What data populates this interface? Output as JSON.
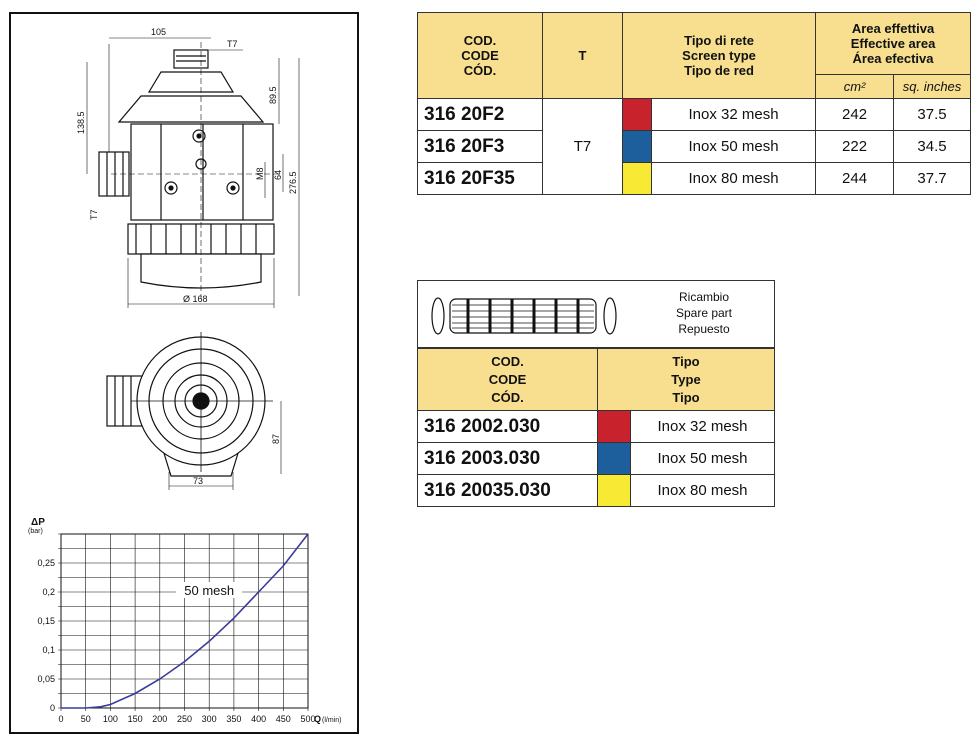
{
  "drawing": {
    "dim_width_top": "105",
    "dim_thread_top": "T7",
    "dim_left_height": "138.5",
    "dim_right_upper": "89.5",
    "dim_total_height": "276.5",
    "dim_m8": "M8",
    "dim_64": "64",
    "dim_thread_side": "T7",
    "dim_diameter": "Ø 168",
    "dim_top_87": "87",
    "dim_top_73": "73"
  },
  "chart_data": {
    "type": "line",
    "title": "",
    "ylabel_symbol": "ΔP",
    "ylabel_unit": "(bar)",
    "xlabel": "Q",
    "xlabel_unit": "(l/min)",
    "xlim": [
      0,
      500
    ],
    "ylim": [
      0,
      0.3
    ],
    "x_ticks": [
      "0",
      "50",
      "100",
      "150",
      "200",
      "250",
      "300",
      "350",
      "400",
      "450",
      "500"
    ],
    "y_ticks": [
      "0",
      "0,05",
      "0,1",
      "0,15",
      "0,2",
      "0,25"
    ],
    "grid": true,
    "series": [
      {
        "name": "50 mesh",
        "color": "#3b3b9a",
        "points": [
          [
            0,
            0
          ],
          [
            50,
            0
          ],
          [
            80,
            0.002
          ],
          [
            100,
            0.006
          ],
          [
            150,
            0.025
          ],
          [
            200,
            0.05
          ],
          [
            250,
            0.08
          ],
          [
            300,
            0.115
          ],
          [
            350,
            0.155
          ],
          [
            400,
            0.2
          ],
          [
            450,
            0.245
          ],
          [
            500,
            0.3
          ]
        ]
      }
    ],
    "annotation": "50 mesh"
  },
  "table1": {
    "headers": {
      "code": [
        "COD.",
        "CODE",
        "CÓD."
      ],
      "t": "T",
      "screen": [
        "Tipo di rete",
        "Screen type",
        "Tipo de red"
      ],
      "area": [
        "Area effettiva",
        "Effective area",
        "Área efectiva"
      ],
      "unit_cm": "cm²",
      "unit_in": "sq. inches"
    },
    "t_value": "T7",
    "rows": [
      {
        "code": "316 20F2",
        "color": "#c8232c",
        "screen": "Inox 32 mesh",
        "cm2": "242",
        "sqin": "37.5"
      },
      {
        "code": "316 20F3",
        "color": "#1c5f9c",
        "screen": "Inox 50 mesh",
        "cm2": "222",
        "sqin": "34.5"
      },
      {
        "code": "316 20F35",
        "color": "#f7e934",
        "screen": "Inox 80 mesh",
        "cm2": "244",
        "sqin": "37.7"
      }
    ]
  },
  "spare": {
    "label": [
      "Ricambio",
      "Spare part",
      "Repuesto"
    ],
    "headers": {
      "code": [
        "COD.",
        "CODE",
        "CÓD."
      ],
      "type": [
        "Tipo",
        "Type",
        "Tipo"
      ]
    },
    "rows": [
      {
        "code": "316 2002.030",
        "color": "#c8232c",
        "screen": "Inox 32 mesh"
      },
      {
        "code": "316 2003.030",
        "color": "#1c5f9c",
        "screen": "Inox 50 mesh"
      },
      {
        "code": "316 20035.030",
        "color": "#f7e934",
        "screen": "Inox 80 mesh"
      }
    ]
  }
}
